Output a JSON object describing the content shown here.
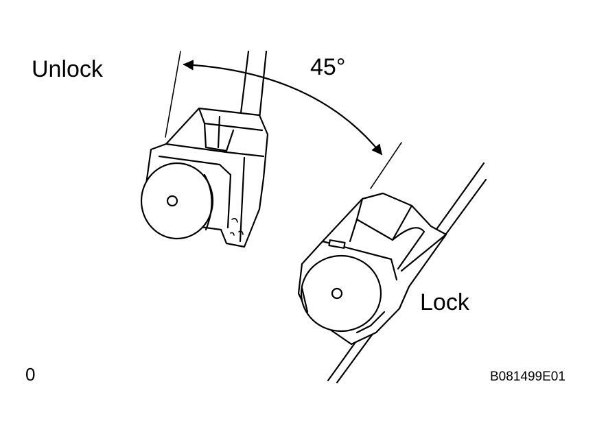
{
  "labels": {
    "unlock": "Unlock",
    "angle": "45°",
    "lock": "Lock",
    "page_marker": "0",
    "figure_code": "B081499E01"
  },
  "colors": {
    "line": "#000000",
    "background": "#ffffff"
  }
}
